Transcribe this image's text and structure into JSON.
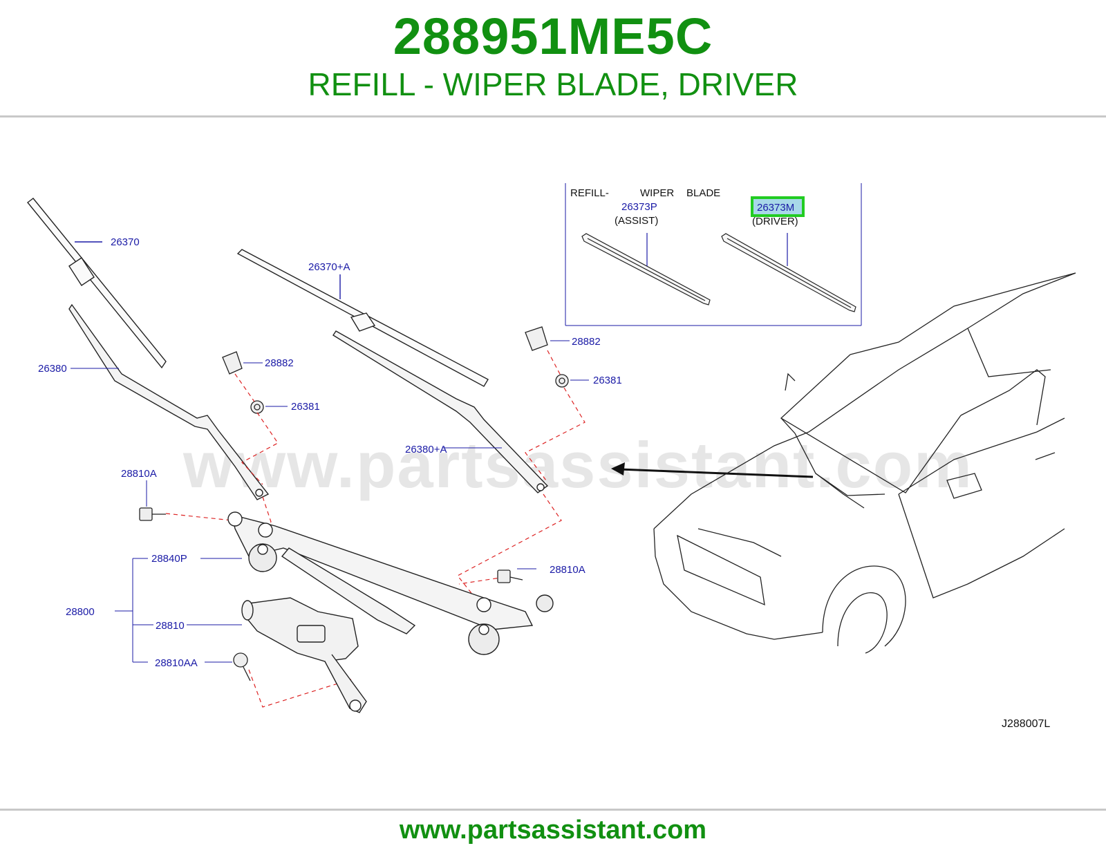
{
  "header": {
    "part_number": "288951ME5C",
    "description": "REFILL - WIPER BLADE, DRIVER"
  },
  "diagram": {
    "inset": {
      "title_1": "REFILL-",
      "title_2": "WIPER",
      "title_3": "BLADE",
      "assist_part": "26373P",
      "assist_label": "(ASSIST)",
      "driver_part": "26373M",
      "driver_label": "(DRIVER)"
    },
    "callouts": {
      "c26370": "26370",
      "c26370a": "26370+A",
      "c26380": "26380",
      "c26380a": "26380+A",
      "c28882_left": "28882",
      "c28882_right": "28882",
      "c26381_left": "26381",
      "c26381_right": "26381",
      "c28810a_left": "28810A",
      "c28810a_right": "28810A",
      "c28840p": "28840P",
      "c28800": "28800",
      "c28810": "28810",
      "c28810aa": "28810AA"
    },
    "diagram_code": "J288007L",
    "watermark": "www.partsassistant.com",
    "highlight_color": "#22cc22"
  },
  "footer": {
    "url": "www.partsassistant.com"
  },
  "colors": {
    "brand_green": "#119011",
    "label_blue": "#1a1aa6",
    "leader_red": "#dd2222"
  }
}
